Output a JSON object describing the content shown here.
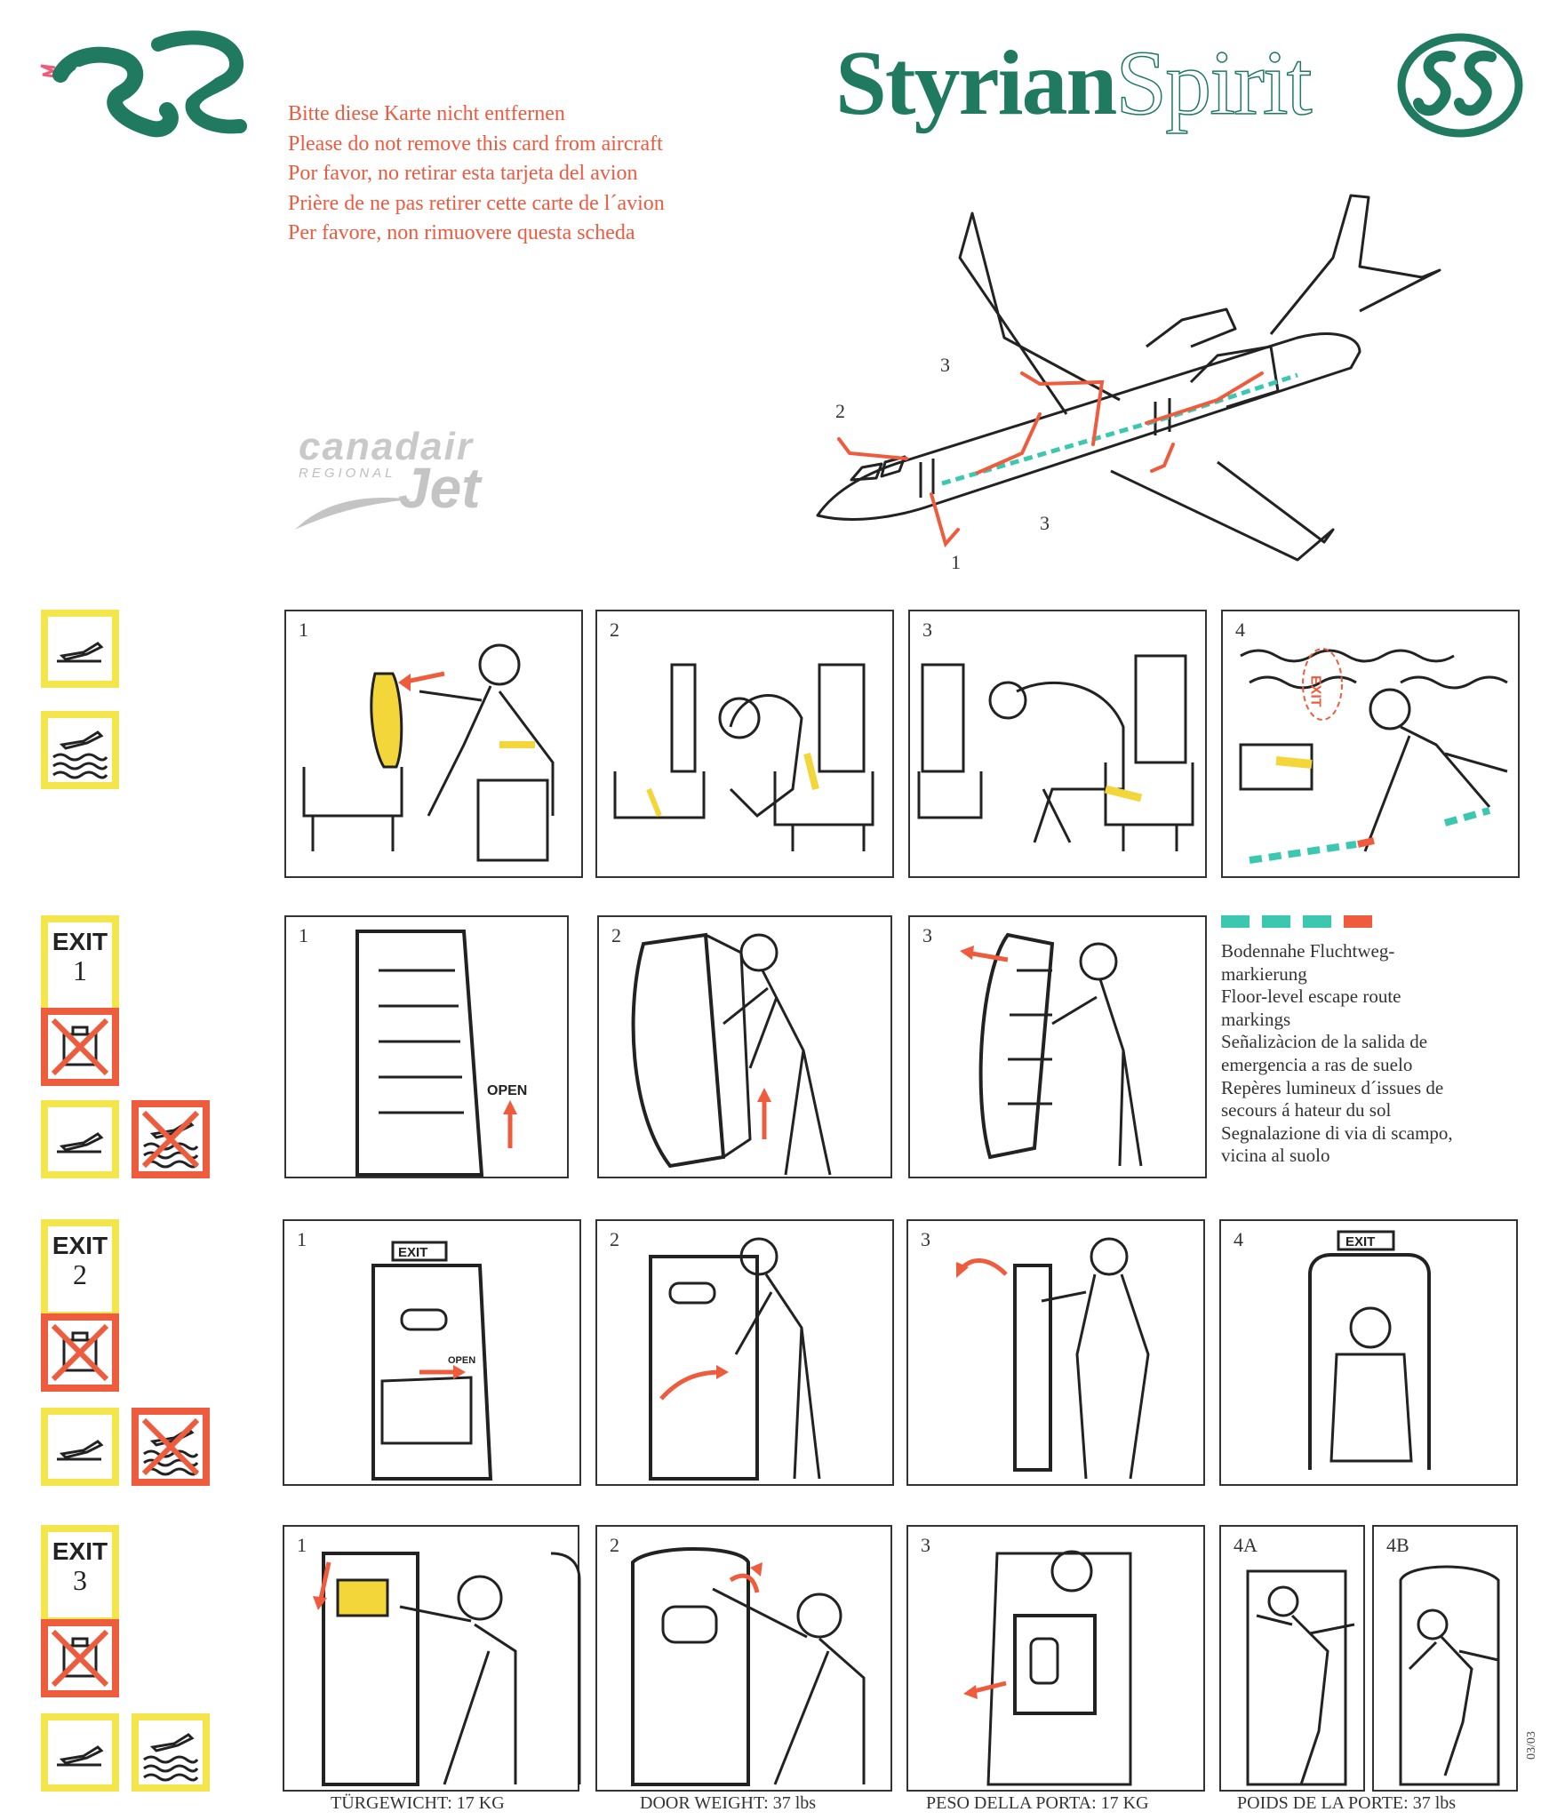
{
  "brand": {
    "name_part1": "Styrian",
    "name_part2": "Spirit"
  },
  "notice_lines": [
    "Bitte diese Karte nicht entfernen",
    "Please do not remove this card from aircraft",
    "Por favor, no retirar esta tarjeta del avion",
    "Prière de ne pas retirer cette carte de l´avion",
    "Per favore, non rimuovere questa scheda"
  ],
  "aircraft_logo": {
    "word1": "canadair",
    "word2": "REGIONAL",
    "word3": "Jet"
  },
  "diagram_exit_labels": [
    "1",
    "2",
    "3",
    "3"
  ],
  "row_brace": {
    "panels": [
      "1",
      "2",
      "3",
      "4"
    ],
    "exit_sign_text": "EXIT"
  },
  "exit_boxes": [
    {
      "label": "EXIT",
      "number": "1"
    },
    {
      "label": "EXIT",
      "number": "2"
    },
    {
      "label": "EXIT",
      "number": "3"
    }
  ],
  "row_exit1": {
    "panels": [
      "1",
      "2",
      "3"
    ],
    "open_label": "OPEN"
  },
  "row_exit2": {
    "panels": [
      "1",
      "2",
      "3",
      "4"
    ],
    "exit_sign_text": "EXIT",
    "open_label": "OPEN"
  },
  "row_exit3": {
    "panels": [
      "1",
      "2",
      "3",
      "4A",
      "4B"
    ]
  },
  "legend": {
    "lines": [
      "Bodennahe Fluchtweg-",
      "markierung",
      "Floor-level escape route",
      "markings",
      "Señalizàcion de la salida de",
      "emergencia a ras de suelo",
      "Repères lumineux d´issues de",
      "secours á hateur du sol",
      "Segnalazione di via di scampo,",
      "vicina al suolo"
    ],
    "colors": [
      "#3cc7b0",
      "#3cc7b0",
      "#3cc7b0",
      "#ef5b3d"
    ]
  },
  "door_weights": [
    "TÜRGEWICHT: 17 KG",
    "DOOR WEIGHT: 37 lbs",
    "PESO DELLA PORTA: 17 KG",
    "POIDS DE LA PORTE: 37 lbs"
  ],
  "revision": "03/03",
  "colors": {
    "accent_green": "#1f7a60",
    "accent_red": "#ef5b3d",
    "accent_yellow": "#f4e54a",
    "seat_yellow": "#f2d63a",
    "route_teal": "#3cc7b0"
  }
}
